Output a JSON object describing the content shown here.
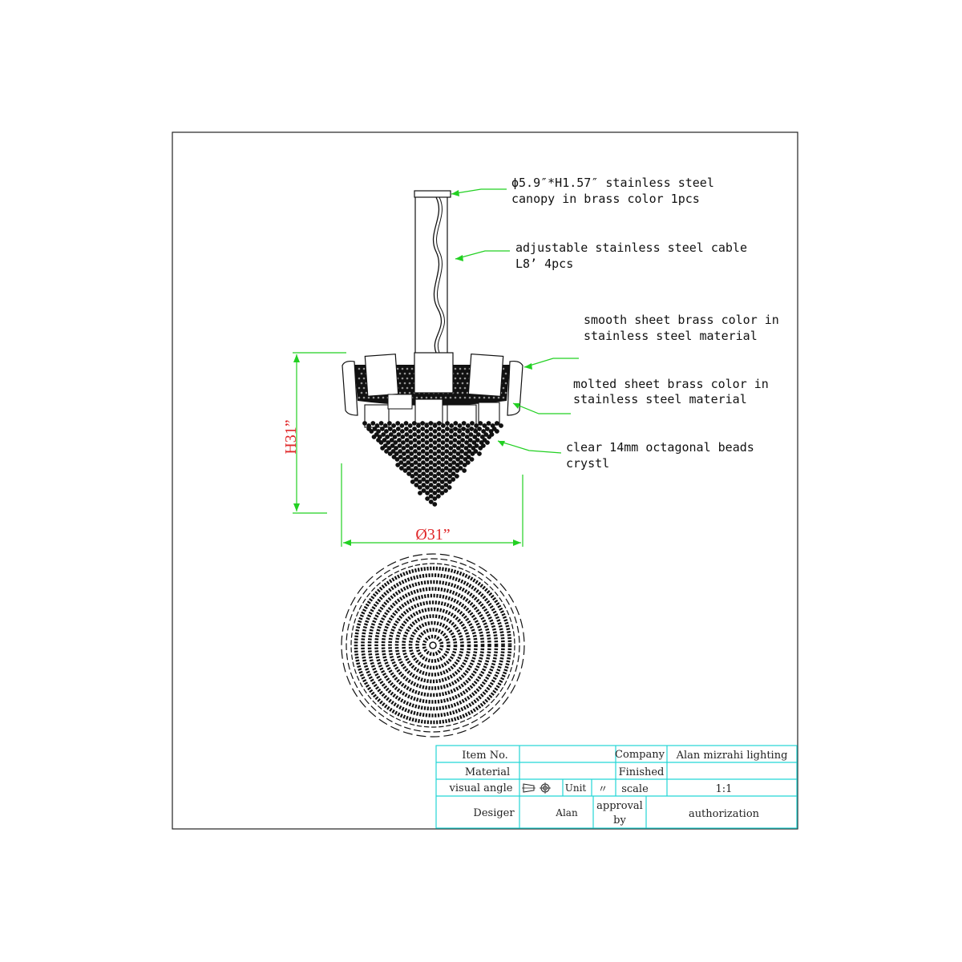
{
  "callouts": {
    "canopy": [
      "ϕ5.9″*H1.57″ stainless steel",
      "canopy in brass color 1pcs"
    ],
    "cable": [
      "adjustable stainless steel cable",
      "L8’ 4pcs"
    ],
    "smooth_sheet": [
      "smooth sheet brass color in",
      "stainless steel material"
    ],
    "molted_sheet": [
      "molted sheet brass color in",
      "stainless steel material"
    ],
    "beads": [
      "clear 14mm octagonal beads",
      "crystl"
    ]
  },
  "dimensions": {
    "height": "H31”",
    "diameter": "Ø31”"
  },
  "title_block": {
    "item_no_label": "Item No.",
    "item_no_value": "",
    "company_label": "Company",
    "company_value": "Alan mizrahi lighting",
    "material_label": "Material",
    "material_value": "",
    "finished_label": "Finished",
    "finished_value": "",
    "visual_angle_label": "visual angle",
    "unit_label": "Unit",
    "unit_value": "〃",
    "scale_label": "scale",
    "scale_value": "1:1",
    "designer_label": "Desiger",
    "designer_value": "Alan",
    "approval_label": [
      "approval",
      "by"
    ],
    "authorization_label": "authorization"
  },
  "colors": {
    "leader_lines": "#22d022",
    "dimension_text": "#e0282a",
    "title_block_lines": "#23d6d6",
    "drawing": "#111111"
  },
  "icons": [
    "projection-angle-icon"
  ]
}
